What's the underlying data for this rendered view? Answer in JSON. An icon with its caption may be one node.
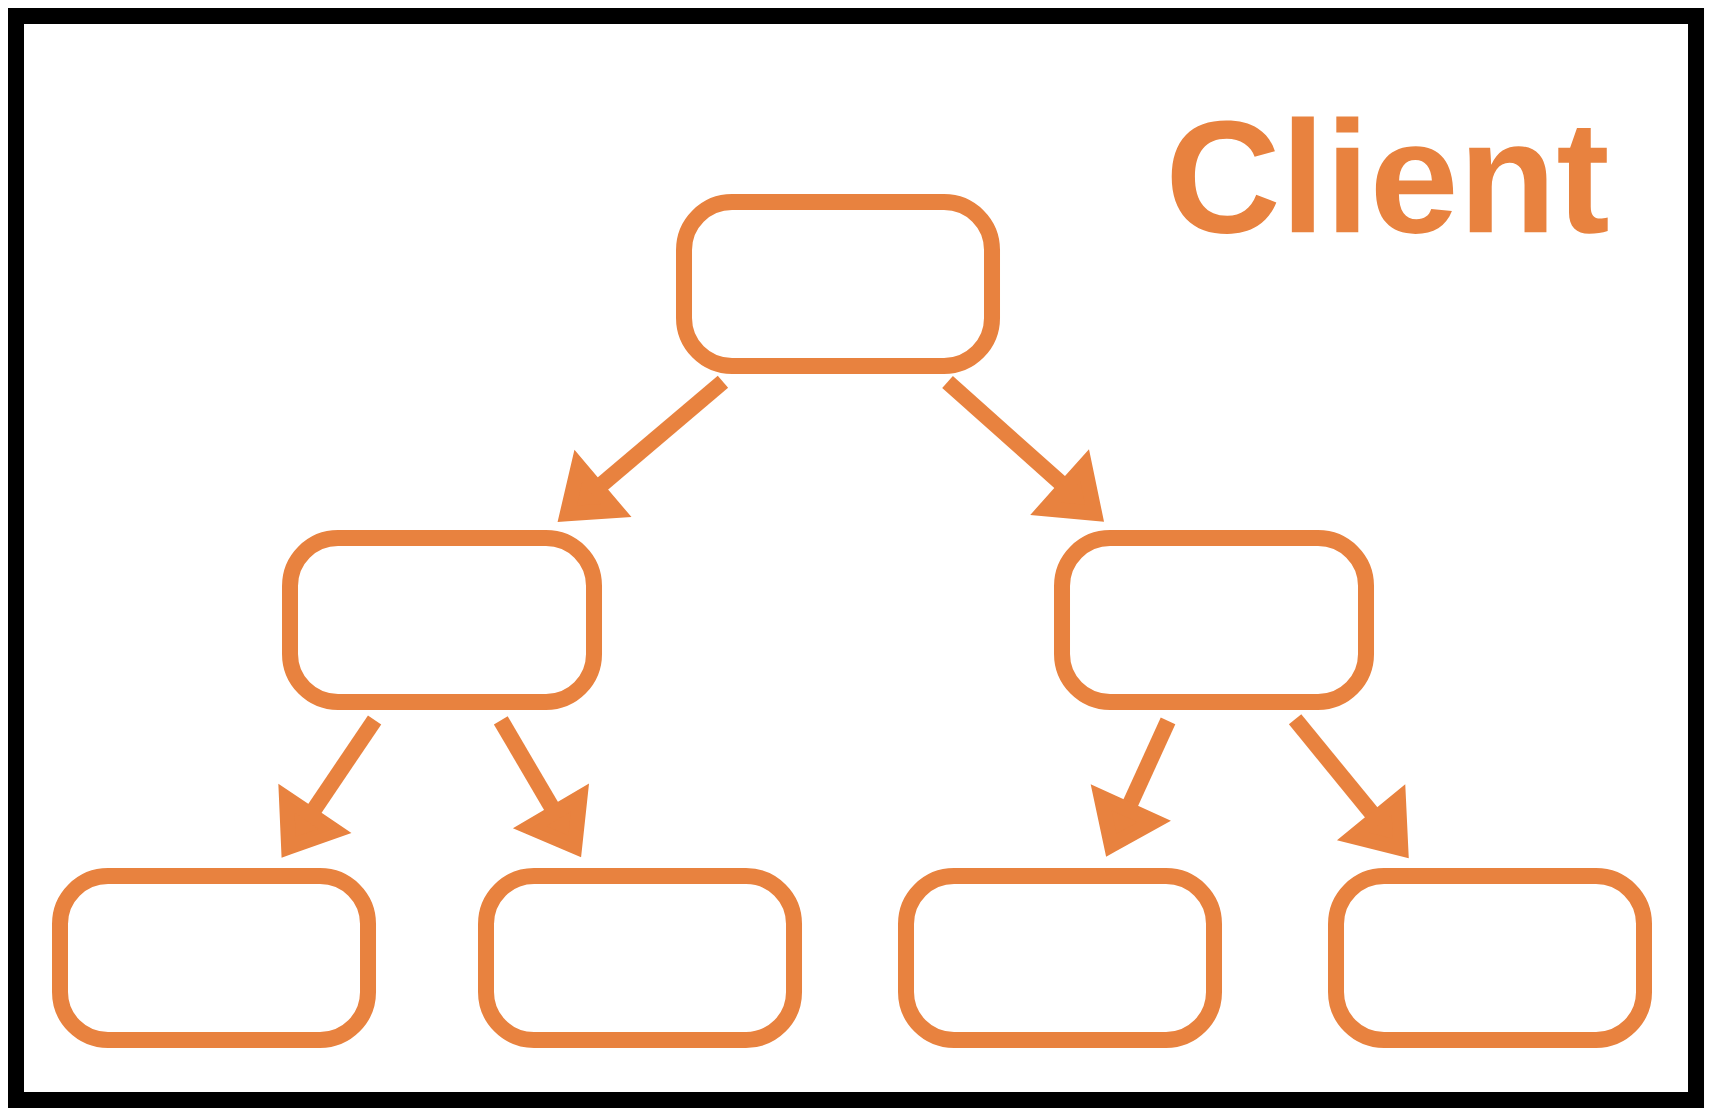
{
  "diagram": {
    "nodes": [
      {
        "text": [
          "Client"
        ]
      },
      {
        "text": [],
        "shape": "box",
        "in": 0
      },
      {
        "text": [],
        "shape": "box",
        "in": 0
      },
      {
        "text": [],
        "shape": "box",
        "in": 0
      },
      {
        "text": [],
        "shape": "box",
        "in": 0
      },
      {
        "text": [],
        "shape": "box",
        "in": 0
      },
      {
        "text": [],
        "shape": "box",
        "in": 0
      },
      {
        "text": [],
        "shape": "box",
        "in": 0
      }
    ],
    "edges": [
      {
        "from": 1,
        "to": 2,
        "arrow": "to"
      },
      {
        "from": 1,
        "to": 3,
        "arrow": "to"
      },
      {
        "from": 2,
        "to": 4,
        "arrow": "to"
      },
      {
        "from": 2,
        "to": 5,
        "arrow": "to"
      },
      {
        "from": 3,
        "to": 6,
        "arrow": "to"
      },
      {
        "from": 3,
        "to": 7,
        "arrow": "to"
      }
    ]
  }
}
